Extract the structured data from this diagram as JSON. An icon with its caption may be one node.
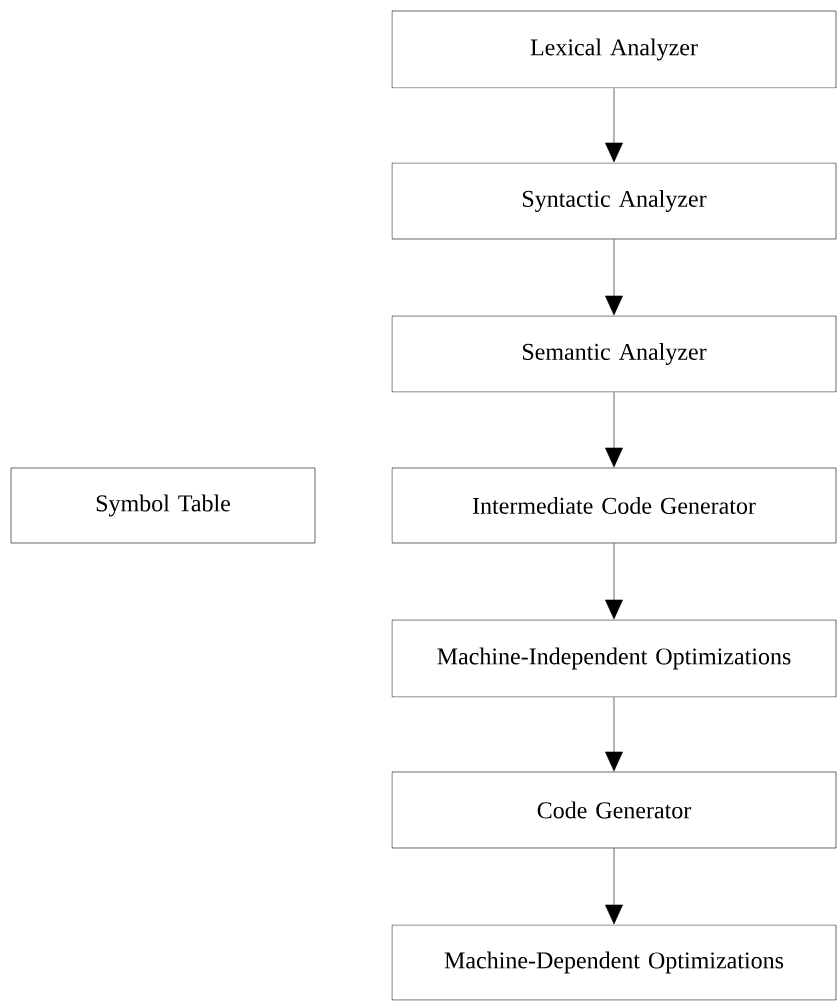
{
  "diagram": {
    "nodes": [
      {
        "text": [
          "Lexical Analyzer"
        ]
      },
      {
        "text": [
          "Syntactic Analyzer"
        ]
      },
      {
        "text": [
          "Semantic Analyzer"
        ]
      },
      {
        "text": [
          "Symbol Table"
        ]
      },
      {
        "text": [
          "Intermediate Code Generator"
        ]
      },
      {
        "text": [
          "Machine-Independent Optimizations"
        ]
      },
      {
        "text": [
          "Code Generator"
        ]
      },
      {
        "text": [
          "Machine-Dependent Optimizations"
        ]
      }
    ],
    "edges": [
      {
        "from": 0,
        "to": 1,
        "arrow": "to"
      },
      {
        "from": 1,
        "to": 2,
        "arrow": "to"
      },
      {
        "from": 2,
        "to": 4,
        "arrow": "to"
      },
      {
        "from": 4,
        "to": 5,
        "arrow": "to"
      },
      {
        "from": 5,
        "to": 6,
        "arrow": "to"
      },
      {
        "from": 6,
        "to": 7,
        "arrow": "to"
      }
    ]
  }
}
